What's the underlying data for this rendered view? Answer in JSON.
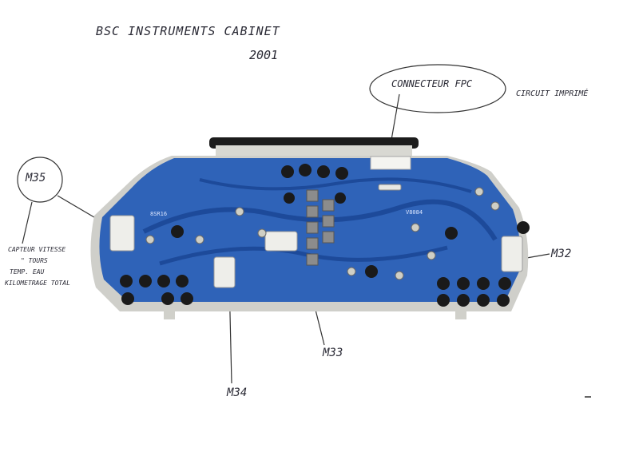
{
  "header": {
    "title": "BSC INSTRUMENTS CABINET",
    "year": "2001"
  },
  "callouts": {
    "connector_fpc": "CONNECTEUR FPC",
    "circuit": "CIRCUIT IMPRIMÉ",
    "m35": "M35",
    "m32": "M32",
    "m33": "M33",
    "m34": "M34",
    "m35_notes": [
      "CAPTEUR VITESSE",
      "\" TOURS",
      "TEMP. EAU",
      "KILOMETRAGE TOTAL"
    ]
  },
  "board_marks": [
    "8SR16",
    "V8084"
  ],
  "colors": {
    "pcb": "#2f63b8",
    "pcb_dark": "#1d4a9a",
    "ink": "#2a2a35",
    "connector": "#eeeeea",
    "component": "#1a1a1a"
  }
}
